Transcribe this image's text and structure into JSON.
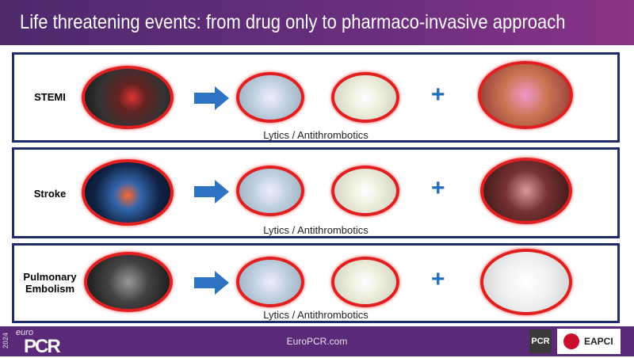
{
  "title": "Life threatening events: from drug only to pharmaco-invasive approach",
  "rows": [
    {
      "label": "STEMI",
      "caption": "Lytics / Antithrombotics",
      "plus": "+"
    },
    {
      "label": "Stroke",
      "caption": "Lytics / Antithrombotics",
      "plus": "+"
    },
    {
      "label": "Pulmonary Embolism",
      "caption": "Lytics / Antithrombotics",
      "plus": "+"
    }
  ],
  "footer": {
    "year": "2024",
    "brand_small": "euro",
    "brand": "PCR",
    "url": "EuroPCR.com",
    "pcr_logo": "PCR",
    "eapci_logo": "EAPCI"
  },
  "colors": {
    "accent": "#1f6fc0",
    "oval_border": "#e02020",
    "frame": "#1f2d6b",
    "header": "#5a2a78"
  }
}
